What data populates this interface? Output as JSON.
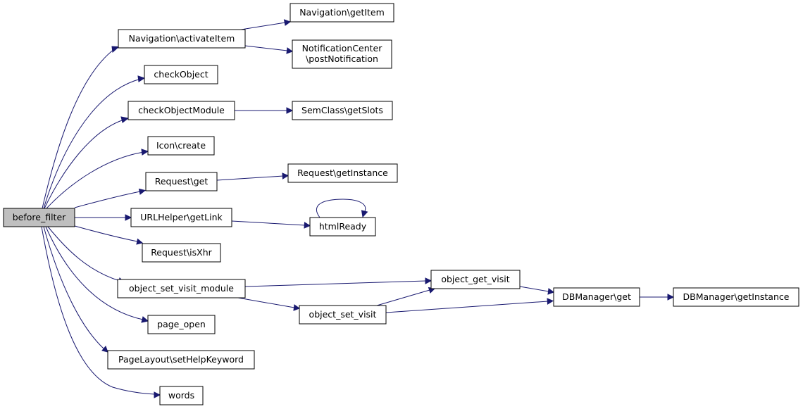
{
  "graph": {
    "nodes": {
      "before_filter": "before_filter",
      "nav_activate": "Navigation\\activateItem",
      "nav_getitem": "Navigation\\getItem",
      "notif_l1": "NotificationCenter",
      "notif_l2": "\\postNotification",
      "check_object": "checkObject",
      "check_object_module": "checkObjectModule",
      "sem_getslots": "SemClass\\getSlots",
      "icon_create": "Icon\\create",
      "request_get": "Request\\get",
      "request_getinstance": "Request\\getInstance",
      "urlhelper_getlink": "URLHelper\\getLink",
      "html_ready": "htmlReady",
      "request_isxhr": "Request\\isXhr",
      "object_set_visit_module": "object_set_visit_module",
      "object_get_visit": "object_get_visit",
      "object_set_visit": "object_set_visit",
      "dbmanager_get": "DBManager\\get",
      "dbmanager_getinstance": "DBManager\\getInstance",
      "page_open": "page_open",
      "pagelayout_sethelp": "PageLayout\\setHelpKeyword",
      "words": "words"
    },
    "edge_color": "#191970",
    "root_fill": "#bfbfbf"
  }
}
